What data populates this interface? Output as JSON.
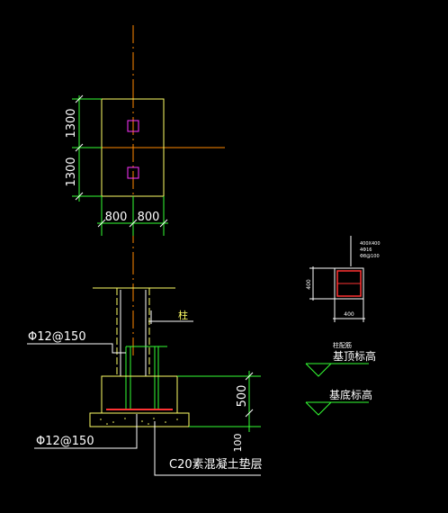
{
  "drawing": {
    "plan": {
      "dim_top": "1300",
      "dim_bottom": "1300",
      "dim_left": "800",
      "dim_right": "800"
    },
    "section": {
      "column_label": "柱",
      "rebar_top": "Φ12@150",
      "rebar_bottom": "Φ12@150",
      "depth_dim": "500",
      "pad_dim": "100",
      "pad_label": "C20素混凝土垫层"
    },
    "column_detail": {
      "note_line1": "400X400",
      "note_line2": "4Φ16",
      "note_line3": "Φ8@100",
      "height_dim": "400",
      "width_dim": "400",
      "label": "柱配筋"
    },
    "elevations": {
      "top_label": "基顶标高",
      "bottom_label": "基底标高"
    }
  },
  "colors": {
    "background": "#000000",
    "footing_outline": "#ffff66",
    "dimension_line": "#33ff33",
    "axis_line": "#ff8800",
    "column_box": "#ff33ff",
    "rebar_main": "#ff3333",
    "text": "#ffffff"
  }
}
